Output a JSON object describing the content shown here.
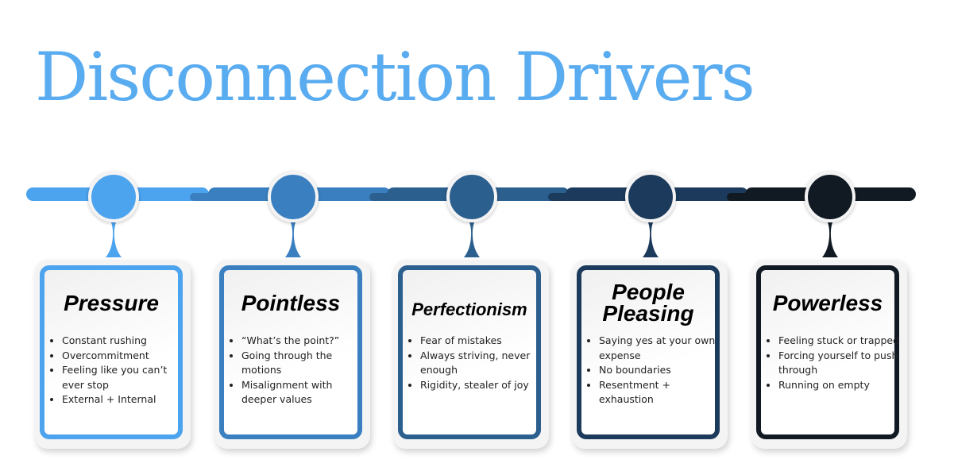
{
  "title": "Disconnection Drivers",
  "drivers": [
    {
      "heading": "Pressure",
      "color": "#4ca3ee",
      "bullets": [
        "Constant rushing",
        "Overcommitment",
        "Feeling like you can’t ever stop",
        "External + Internal"
      ]
    },
    {
      "heading": "Pointless",
      "color": "#3a7fc0",
      "bullets": [
        "“What’s the point?”",
        "Going through the motions",
        "Misalignment with deeper values"
      ]
    },
    {
      "heading": "Perfectionism",
      "color": "#2b5f8e",
      "bullets": [
        "Fear of mistakes",
        "Always striving, never enough",
        "Rigidity, stealer of joy"
      ]
    },
    {
      "heading": "People Pleasing",
      "color": "#1c3a5c",
      "bullets": [
        "Saying yes at your own expense",
        "No boundaries",
        "Resentment + exhaustion"
      ]
    },
    {
      "heading": "Powerless",
      "color": "#111a22",
      "bullets": [
        "Feeling stuck or trapped",
        "Forcing yourself to push through",
        "Running on empty"
      ]
    }
  ]
}
